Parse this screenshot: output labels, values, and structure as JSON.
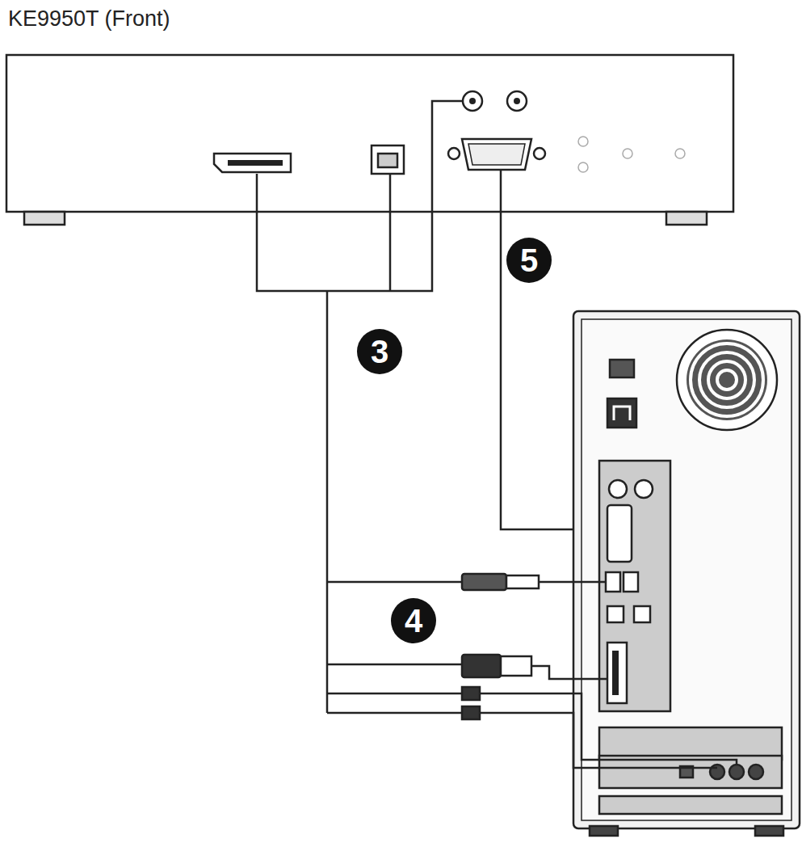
{
  "diagram": {
    "title": "KE9950T (Front)",
    "labels": [
      "3",
      "4",
      "5"
    ]
  }
}
